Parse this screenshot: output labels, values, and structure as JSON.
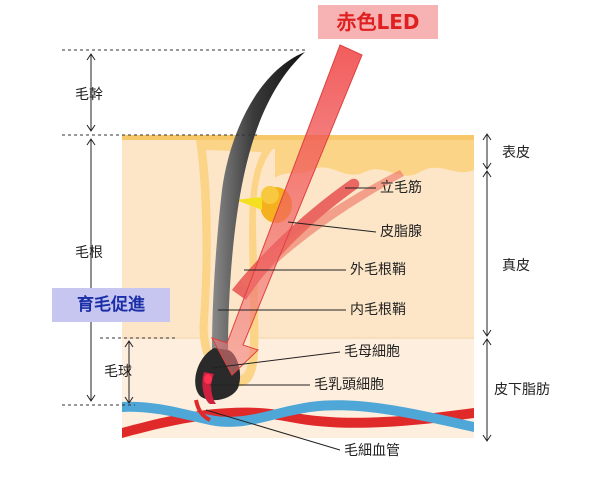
{
  "colors": {
    "led": "#e02020",
    "led_badge": "#f7b3b3",
    "promo_text": "#1c2fa8",
    "promo_badge": "#c6c6f0",
    "epidermis": "#fbd488",
    "dermis": "#fde6c8",
    "subcutis": "#feeedd",
    "hair": "#3a3a3a",
    "muscle": "#e65050",
    "gland": "#f5b020",
    "artery": "#e02a2a",
    "vein": "#4fa7d8"
  },
  "icons": [
    "arrow-up-down-icon",
    "led-beam-arrow-icon"
  ],
  "labels": {
    "red_led": "赤色LED",
    "hair_growth_promotion": "育毛促進",
    "hair_shaft": "毛幹",
    "hair_root": "毛根",
    "hair_bulb": "毛球",
    "epidermis": "表皮",
    "dermis": "真皮",
    "subcutaneous_fat": "皮下脂肪",
    "arrector_pili": "立毛筋",
    "sebaceous_gland": "皮脂腺",
    "outer_root_sheath": "外毛根鞘",
    "inner_root_sheath": "内毛根鞘",
    "hair_matrix_cell": "毛母細胞",
    "dermal_papilla_cell": "毛乳頭細胞",
    "capillary": "毛細血管"
  }
}
